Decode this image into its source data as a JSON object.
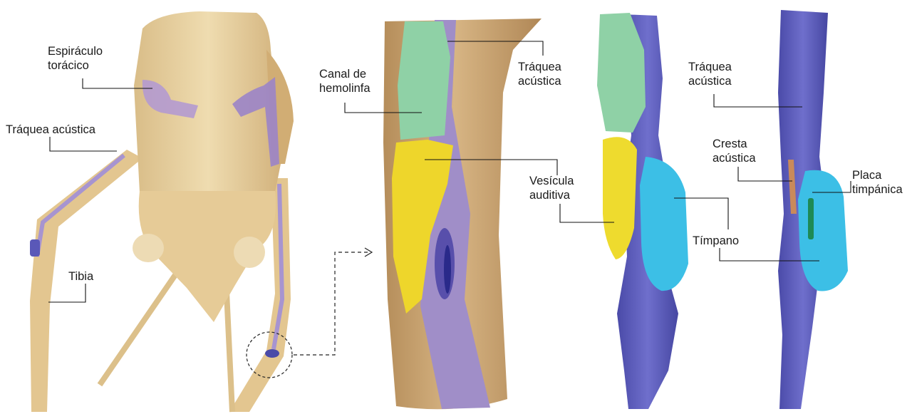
{
  "labels": {
    "espiraculo": {
      "line1": "Espiráculo",
      "line2": "torácico"
    },
    "traquea_left": {
      "line1": "Tráquea acústica"
    },
    "tibia": {
      "line1": "Tibia"
    },
    "canal": {
      "line1": "Canal de",
      "line2": "hemolinfa"
    },
    "traquea_mid": {
      "line1": "Tráquea",
      "line2": "acústica"
    },
    "vesicula": {
      "line1": "Vesícula",
      "line2": "auditiva"
    },
    "traquea_right": {
      "line1": "Tráquea",
      "line2": "acústica"
    },
    "cresta": {
      "line1": "Cresta",
      "line2": "acústica"
    },
    "timpano": {
      "line1": "Tímpano"
    },
    "placa": {
      "line1": "Placa",
      "line2": "timpánica"
    }
  },
  "colors": {
    "cuticle": "#e8cf9c",
    "cuticle_dark": "#d8b67c",
    "tibia_tan": "#c9a471",
    "trachea_violet": "#9d8fd0",
    "trachea_blue": "#5556b8",
    "hemolymph_green": "#8fd1a6",
    "vesicle_yellow": "#f0dc2e",
    "tympanum_cyan": "#3dbfe6",
    "crest_orange": "#c98a5a",
    "tympanic_green": "#1e8a55"
  }
}
